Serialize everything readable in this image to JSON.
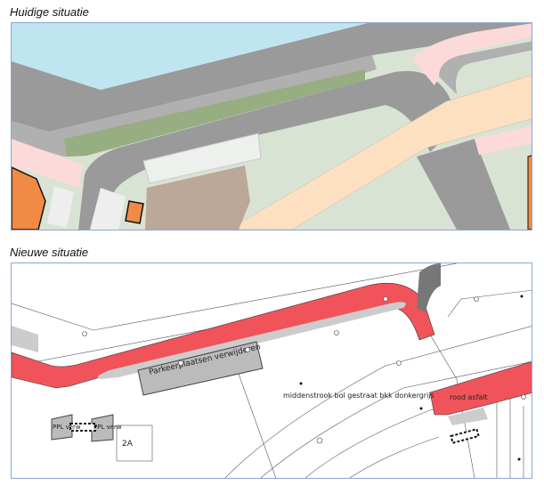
{
  "sections": [
    {
      "caption": "Huidige situatie"
    },
    {
      "caption": "Nieuwe situatie",
      "labels": {
        "parking_removed": "Parkeerplaatsen verwijderen",
        "median": "middenstrook bol gestraat bkk donkergrijs",
        "red_asphalt": "rood asfalt",
        "ppl_1": "PPL verw",
        "ppl_2": "PPL verw",
        "house_number": "2A"
      }
    }
  ],
  "colors": {
    "water": "#bfe6f0",
    "road": "#9a9a9a",
    "sidewalk": "#b0b0b0",
    "green": "#97ad82",
    "peach": "#fde0c2",
    "building": "#f08a44",
    "red_asphalt": "#f0545a"
  }
}
